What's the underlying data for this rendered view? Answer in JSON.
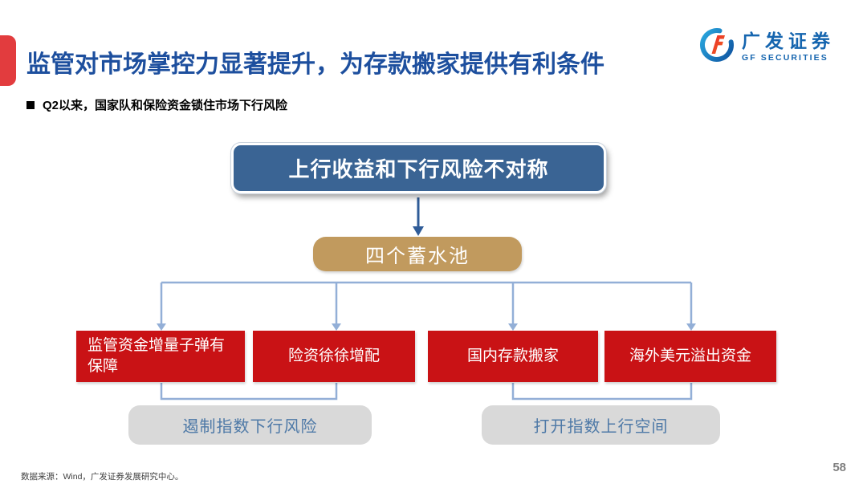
{
  "slide": {
    "title": "监管对市场掌控力显著提升，为存款搬家提供有利条件",
    "bullet": "Q2以来，国家队和保险资金锁住市场下行风险",
    "logo": {
      "cn": "广发证券",
      "en": "GF SECURITIES"
    },
    "footer": {
      "source": "数据来源：Wind，广发证券发展研究中心。",
      "page": "58"
    }
  },
  "diagram": {
    "root": "上行收益和下行风险不对称",
    "hub": "四个蓄水池",
    "branches": [
      "监管资金增量子弹有保障",
      "险资徐徐增配",
      "国内存款搬家",
      "海外美元溢出资金"
    ],
    "outcomes": [
      "遏制指数下行风险",
      "打开指数上行空间"
    ]
  },
  "colors": {
    "title_blue": "#1d4f9e",
    "accent_red_bar": "#e23c3e",
    "root_box_blue": "#3a6494",
    "hub_gold": "#c19a5e",
    "branch_red": "#c91215",
    "outcome_gray": "#d9d9d9",
    "outcome_text_blue": "#4e79a7",
    "connector_blue": "#93afd7",
    "arrow_dark_blue": "#2f5c98",
    "logo_blue": "#1565af"
  }
}
